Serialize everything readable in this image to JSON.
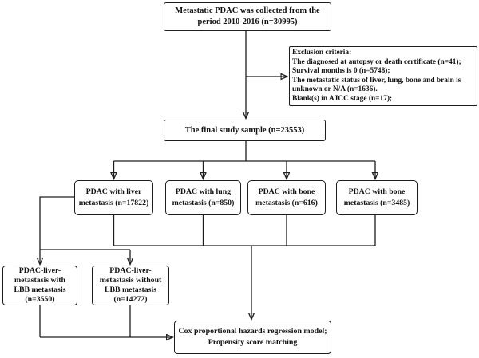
{
  "colors": {
    "background": "#ffffff",
    "box_fill": "#ffffff",
    "box_border": "#1d1d1d",
    "line": "#1d1d1d",
    "text": "#111111"
  },
  "boxes": {
    "collected": {
      "lines": [
        "Metastatic PDAC was collected from the",
        "period 2010-2016 (n=30995)"
      ]
    },
    "exclusion": {
      "lines": [
        "Exclusion criteria:",
        "The diagnosed at autopsy or death certificate (n=41);",
        "Survival months is 0 (n=5748);",
        "The metastatic status of liver, lung, bone and brain is",
        "unknown or N/A (n=1636).",
        "Blank(s) in AJCC stage (n=17);"
      ]
    },
    "final_sample": {
      "lines": [
        "The final study sample (n=23553)"
      ]
    },
    "liver": {
      "lines": [
        "PDAC with liver",
        "metastasis (n=17822)"
      ]
    },
    "lung": {
      "lines": [
        "PDAC with lung",
        "metastasis (n=850)"
      ]
    },
    "bone_616": {
      "lines": [
        "PDAC with bone",
        "metastasis (n=616)"
      ]
    },
    "bone_3485": {
      "lines": [
        "PDAC with bone",
        "metastasis (n=3485)"
      ]
    },
    "lbb_with": {
      "lines": [
        "PDAC-liver-",
        "metastasis with",
        "LBB metastasis",
        "(n=3550)"
      ]
    },
    "lbb_without": {
      "lines": [
        "PDAC-liver-",
        "metastasis without",
        "LBB metastasis",
        "(n=14272)"
      ]
    },
    "cox": {
      "lines": [
        "Cox proportional hazards regression model;",
        "Propensity score matching"
      ]
    }
  }
}
